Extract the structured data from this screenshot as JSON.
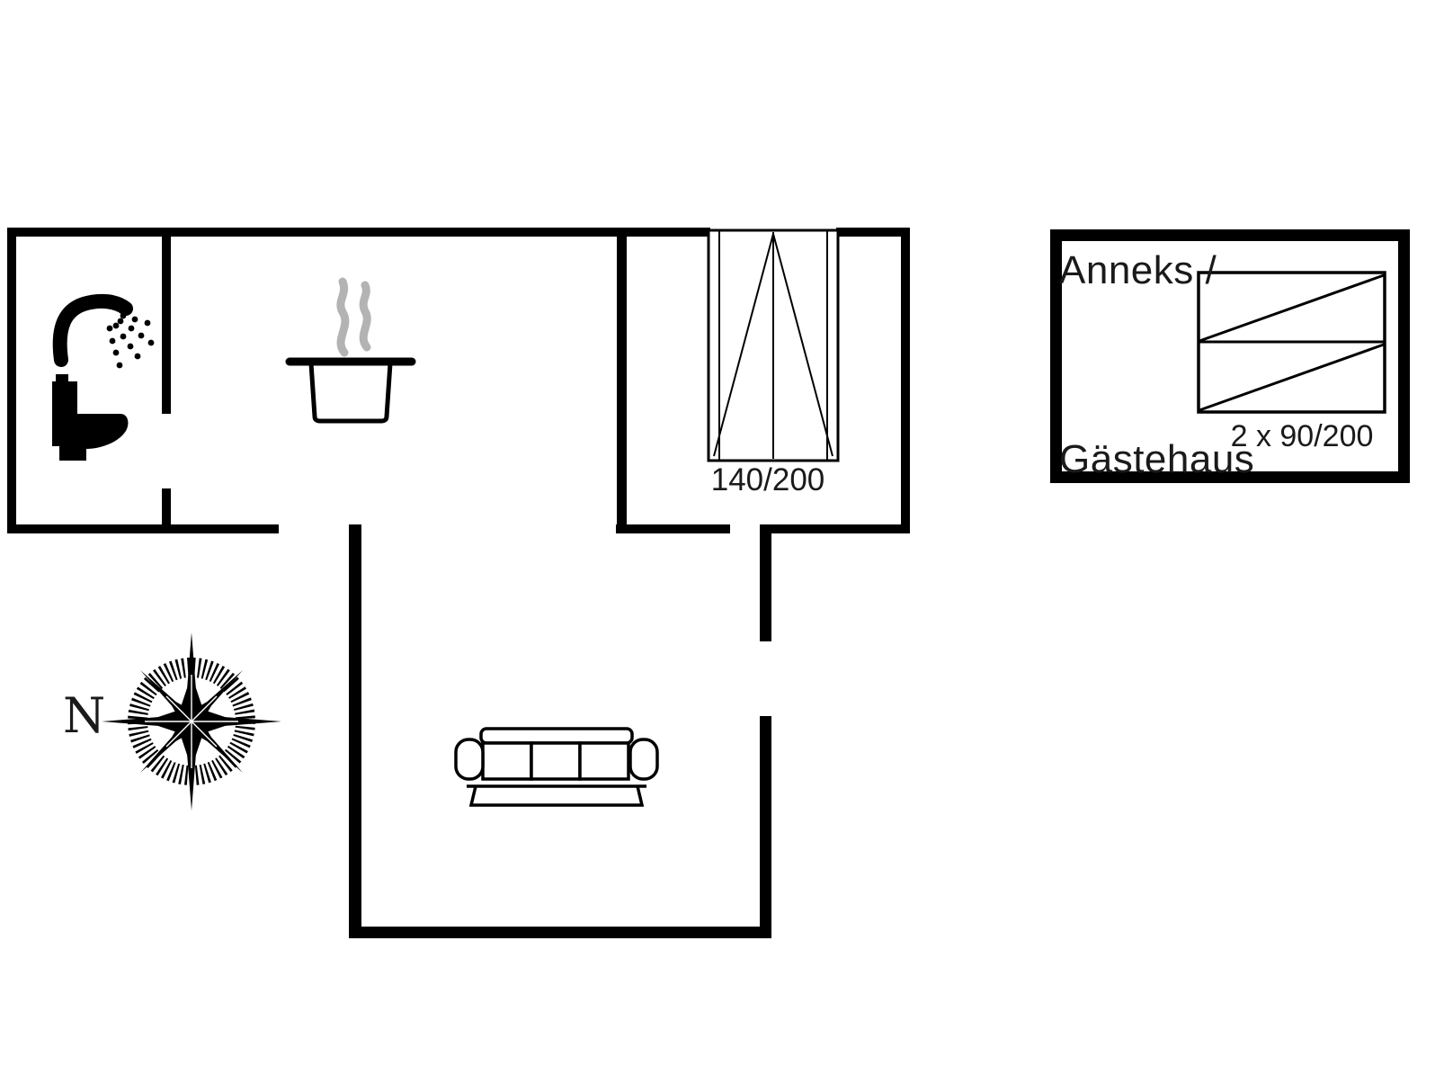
{
  "document": {
    "type": "holiday-home floor plan",
    "background": "#ffffff",
    "line_color": "#000000",
    "steam_color": "#b3b3b3"
  },
  "labels": {
    "annex_title_line1": "Anneks /",
    "annex_title_line2": "Gästehaus",
    "bedroom_window_size": "140/200",
    "annex_bed_size": "2 x 90/200",
    "compass_north": "N"
  },
  "icons": [
    {
      "name": "shower-icon"
    },
    {
      "name": "toilet-icon"
    },
    {
      "name": "cooking-pot-icon"
    },
    {
      "name": "steam-icon"
    },
    {
      "name": "sofa-icon"
    },
    {
      "name": "compass-rose-icon"
    },
    {
      "name": "double-door-window-icon"
    },
    {
      "name": "bunk-bed-icon"
    }
  ]
}
